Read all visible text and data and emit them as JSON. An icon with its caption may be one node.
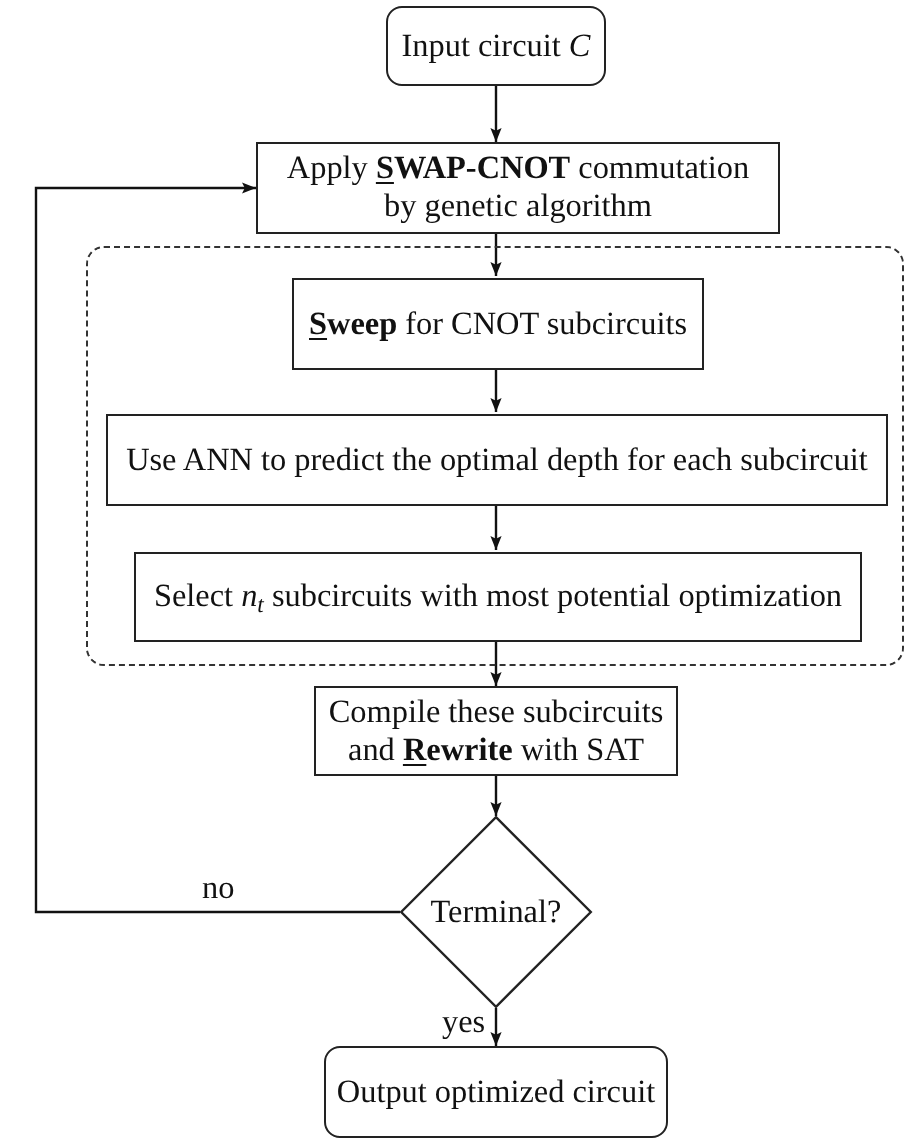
{
  "diagram": {
    "nodes": [
      {
        "text": [
          "Input circuit *C*"
        ]
      },
      {
        "text": [
          "Apply **SWAP-CNOT** commutation by genetic algorithm"
        ]
      },
      {
        "text": [],
        "shape": "box"
      },
      {
        "text": [
          "**Sweep** for CNOT subcircuits"
        ],
        "in": 2
      },
      {
        "text": [
          "Use ANN to predict the optimal depth for each subcircuit"
        ],
        "in": 2
      },
      {
        "text": [
          "Select *n*$_{t}$ subcircuits with most potential optimization"
        ],
        "in": 2
      },
      {
        "text": [
          "Compile these subcircuits and **Rewrite** with SAT"
        ]
      },
      {
        "text": [
          "Terminal?"
        ]
      },
      {
        "text": [
          "Output optimized circuit"
        ]
      }
    ],
    "edges": [
      {
        "from": 0,
        "to": 1,
        "arrow": "to"
      },
      {
        "from": 1,
        "to": 3,
        "arrow": "to"
      },
      {
        "from": 3,
        "to": 4,
        "arrow": "to"
      },
      {
        "from": 4,
        "to": 5,
        "arrow": "to"
      },
      {
        "from": 5,
        "to": 6,
        "arrow": "to"
      },
      {
        "from": 6,
        "to": 7,
        "arrow": "to"
      },
      {
        "from": 7,
        "to": 8,
        "arrow": "to",
        "label": "yes"
      },
      {
        "from": 7,
        "to": 1,
        "arrow": "to",
        "label": "no"
      }
    ]
  }
}
